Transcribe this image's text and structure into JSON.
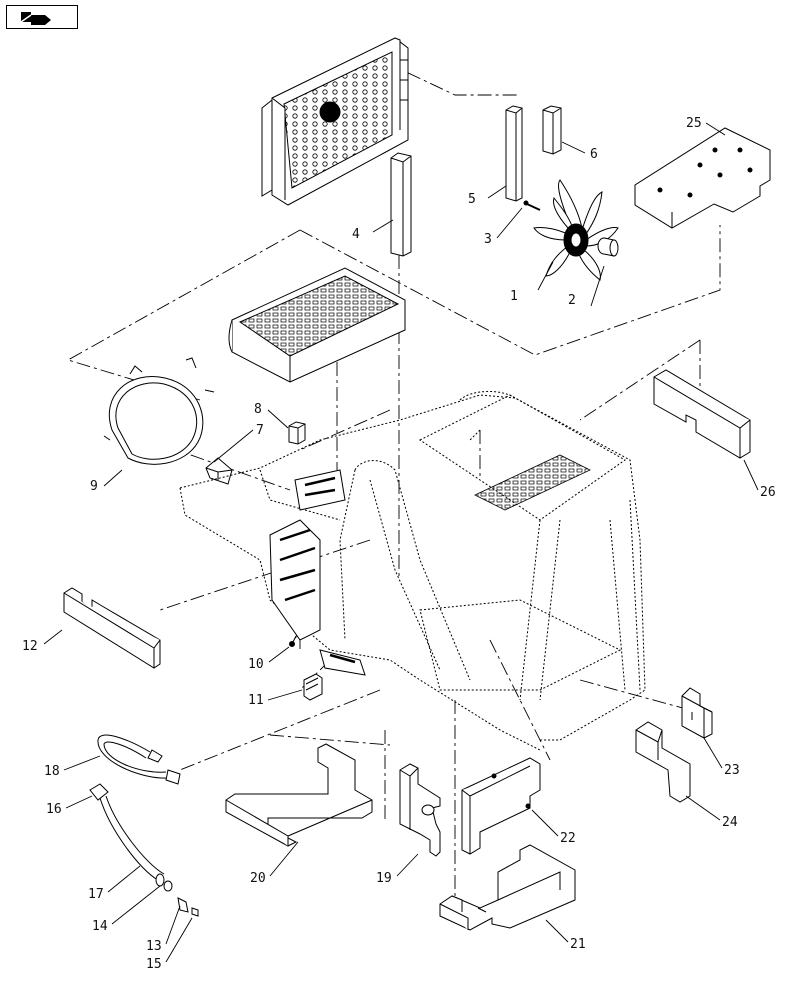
{
  "nav": {
    "icon": "back-arrow-icon"
  },
  "callouts": [
    {
      "id": "c1",
      "label": "1"
    },
    {
      "id": "c2",
      "label": "2"
    },
    {
      "id": "c3",
      "label": "3"
    },
    {
      "id": "c4",
      "label": "4"
    },
    {
      "id": "c5",
      "label": "5"
    },
    {
      "id": "c6",
      "label": "6"
    },
    {
      "id": "c7",
      "label": "7"
    },
    {
      "id": "c8",
      "label": "8"
    },
    {
      "id": "c9",
      "label": "9"
    },
    {
      "id": "c10",
      "label": "10"
    },
    {
      "id": "c11",
      "label": "11"
    },
    {
      "id": "c12",
      "label": "12"
    },
    {
      "id": "c13",
      "label": "13"
    },
    {
      "id": "c14",
      "label": "14"
    },
    {
      "id": "c15",
      "label": "15"
    },
    {
      "id": "c16",
      "label": "16"
    },
    {
      "id": "c17",
      "label": "17"
    },
    {
      "id": "c18",
      "label": "18"
    },
    {
      "id": "c19",
      "label": "19"
    },
    {
      "id": "c20",
      "label": "20"
    },
    {
      "id": "c21",
      "label": "21"
    },
    {
      "id": "c22",
      "label": "22"
    },
    {
      "id": "c23",
      "label": "23"
    },
    {
      "id": "c24",
      "label": "24"
    },
    {
      "id": "c25",
      "label": "25"
    },
    {
      "id": "c26",
      "label": "26"
    }
  ]
}
